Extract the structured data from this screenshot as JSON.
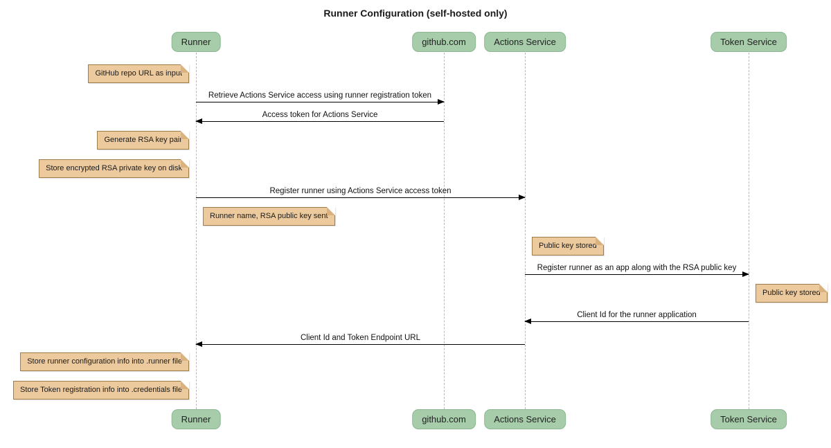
{
  "title": "Runner Configuration (self-hosted only)",
  "colors": {
    "background": "#ffffff",
    "text": "#000000",
    "participant_fill": "#a6cca9",
    "participant_border": "#8ab791",
    "note_fill": "#ecca9e",
    "note_border": "#a07c48",
    "note_fold": "#d9b27f",
    "lifeline": "#b8b8b8",
    "arrow": "#000000"
  },
  "participants": [
    {
      "label": "Runner"
    },
    {
      "label": "github.com"
    },
    {
      "label": "Actions Service"
    },
    {
      "label": "Token Service"
    }
  ],
  "messages": [
    {
      "text": "Retrieve Actions Service access using runner registration token",
      "from": "Runner",
      "to": "github.com",
      "direction": "right"
    },
    {
      "text": "Access token for Actions Service",
      "from": "github.com",
      "to": "Runner",
      "direction": "left"
    },
    {
      "text": "Register runner using Actions Service access token",
      "from": "Runner",
      "to": "Actions Service",
      "direction": "right"
    },
    {
      "text": "Register runner as an app along with the RSA public key",
      "from": "Actions Service",
      "to": "Token Service",
      "direction": "right"
    },
    {
      "text": "Client Id for the runner application",
      "from": "Token Service",
      "to": "Actions Service",
      "direction": "left"
    },
    {
      "text": "Client Id and Token Endpoint URL",
      "from": "Actions Service",
      "to": "Runner",
      "direction": "left"
    }
  ],
  "notes": [
    {
      "text": "GitHub repo URL as input",
      "anchor": "left of Runner"
    },
    {
      "text": "Generate RSA key pair",
      "anchor": "left of Runner"
    },
    {
      "text": "Store encrypted RSA private key on disk",
      "anchor": "left of Runner"
    },
    {
      "text": "Runner name, RSA public key sent",
      "anchor": "right of Runner"
    },
    {
      "text": "Public key stored",
      "anchor": "right of Actions Service"
    },
    {
      "text": "Public key stored",
      "anchor": "right of Token Service"
    },
    {
      "text": "Store runner configuration info into .runner file",
      "anchor": "left of Runner"
    },
    {
      "text": "Store Token registration info into .credentials file",
      "anchor": "left of Runner"
    }
  ]
}
